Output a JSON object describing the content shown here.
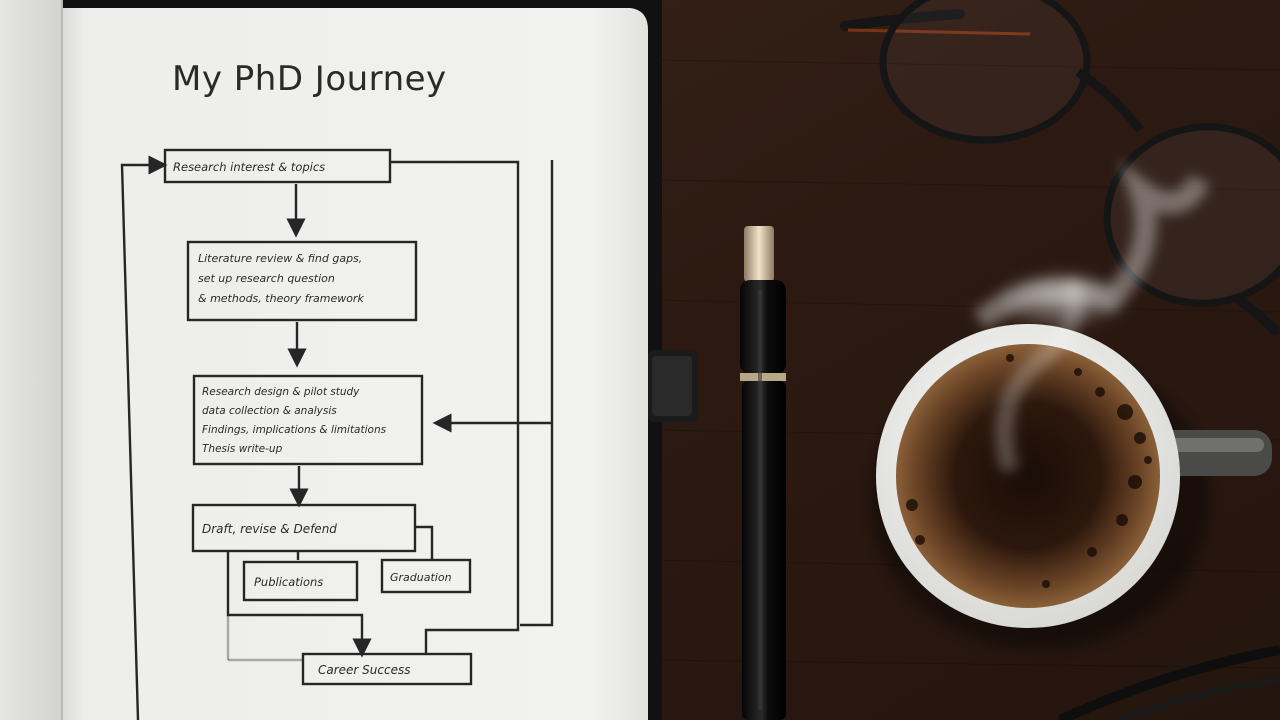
{
  "notebook": {
    "title": "My PhD Journey",
    "flowchart": {
      "box1": [
        "Research interest & topics"
      ],
      "box2": [
        "Literature review & find gaps,",
        "set up research question",
        "& methods, theory framework"
      ],
      "box3": [
        "Research design & pilot study",
        "data collection & analysis",
        "Findings, implications & limitations",
        "Thesis write-up"
      ],
      "box4": [
        "Draft, revise & Defend"
      ],
      "box5": [
        "Publications"
      ],
      "box6": [
        "Graduation"
      ],
      "box7": [
        "Career Success"
      ]
    }
  },
  "colors": {
    "desk": "#2e1c14",
    "paper": "#eeeeec",
    "ink": "#262626",
    "coffee": "#3b2416",
    "crema": "#7a5432"
  },
  "objects": [
    "open-notebook",
    "fountain-pen",
    "eyeglasses",
    "coffee-cup",
    "steam",
    "cable"
  ]
}
